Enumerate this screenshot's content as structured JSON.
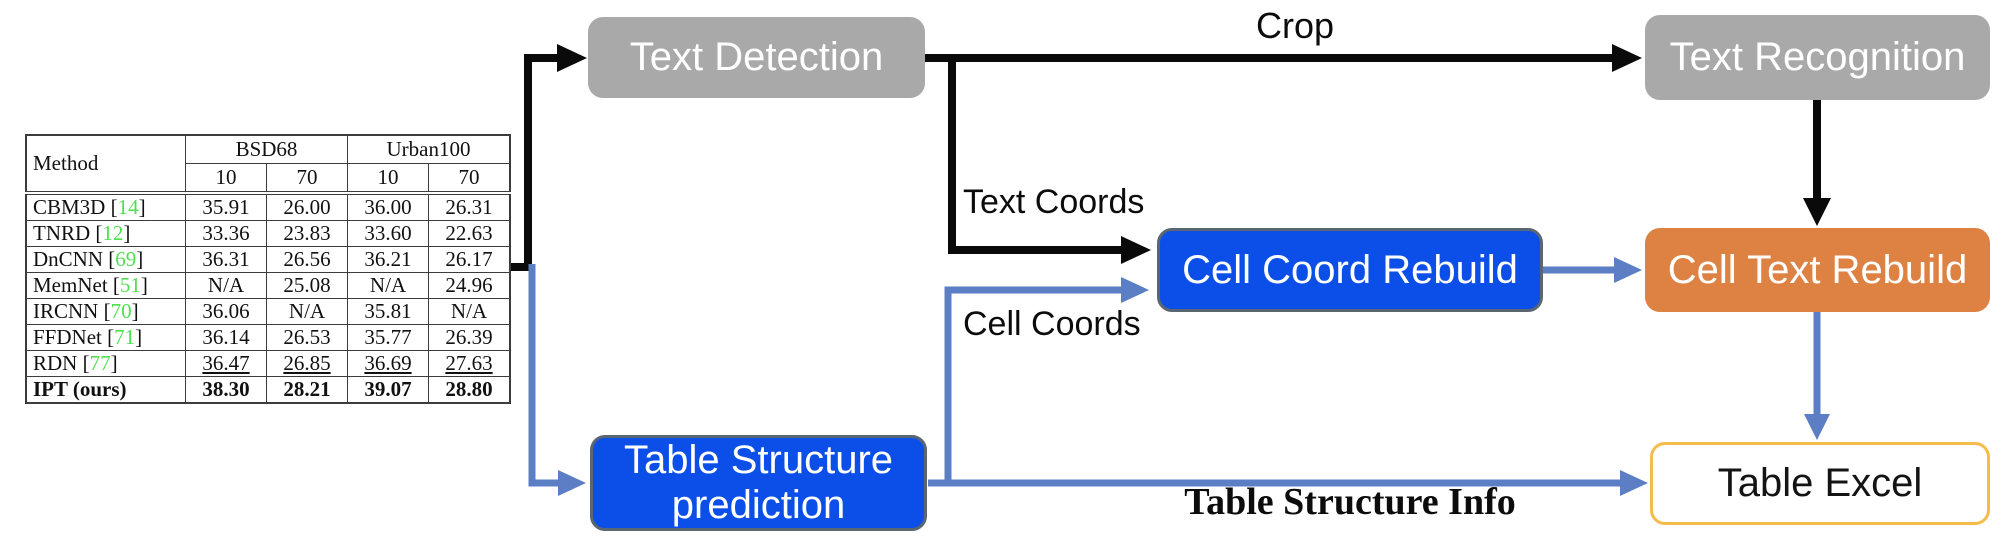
{
  "diagram": {
    "nodes": {
      "text_detection": {
        "label": "Text Detection"
      },
      "text_recognition": {
        "label": "Text Recognition"
      },
      "cell_coord_rebuild": {
        "label": "Cell Coord Rebuild"
      },
      "cell_text_rebuild": {
        "label": "Cell Text Rebuild"
      },
      "table_structure_prediction": {
        "label": "Table Structure prediction"
      },
      "table_excel": {
        "label": "Table Excel"
      }
    },
    "edge_labels": {
      "crop": "Crop",
      "text_coords": "Text Coords",
      "cell_coords": "Cell Coords",
      "table_structure_info": "Table Structure Info"
    },
    "colors": {
      "gray_node": "#a9a9a9",
      "blue_node": "#0b4fe8",
      "blue_node_border": "#5a6672",
      "orange_node": "#de8243",
      "excel_border": "#f5bc4b",
      "black_arrow": "#0a0a0a",
      "blue_arrow": "#5b7ec5",
      "citation_green": "#4fe04f"
    }
  },
  "input_table": {
    "header": {
      "method": "Method",
      "group1": "BSD68",
      "group2": "Urban100",
      "sub": [
        "10",
        "70",
        "10",
        "70"
      ]
    },
    "rows": [
      {
        "pre": "CBM3D [",
        "cite": "14",
        "post": "]",
        "vals": [
          "35.91",
          "26.00",
          "36.00",
          "26.31"
        ]
      },
      {
        "pre": "TNRD [",
        "cite": "12",
        "post": "]",
        "vals": [
          "33.36",
          "23.83",
          "33.60",
          "22.63"
        ]
      },
      {
        "pre": "DnCNN [",
        "cite": "69",
        "post": "]",
        "vals": [
          "36.31",
          "26.56",
          "36.21",
          "26.17"
        ]
      },
      {
        "pre": "MemNet [",
        "cite": "51",
        "post": "]",
        "vals": [
          "N/A",
          "25.08",
          "N/A",
          "24.96"
        ]
      },
      {
        "pre": "IRCNN [",
        "cite": "70",
        "post": "]",
        "vals": [
          "36.06",
          "N/A",
          "35.81",
          "N/A"
        ]
      },
      {
        "pre": "FFDNet [",
        "cite": "71",
        "post": "]",
        "vals": [
          "36.14",
          "26.53",
          "35.77",
          "26.39"
        ]
      },
      {
        "pre": "RDN [",
        "cite": "77",
        "post": "]",
        "vals": [
          "36.47",
          "26.85",
          "36.69",
          "27.63"
        ]
      },
      {
        "pre": "IPT (ours)",
        "cite": "",
        "post": "",
        "vals": [
          "38.30",
          "28.21",
          "39.07",
          "28.80"
        ]
      }
    ]
  }
}
